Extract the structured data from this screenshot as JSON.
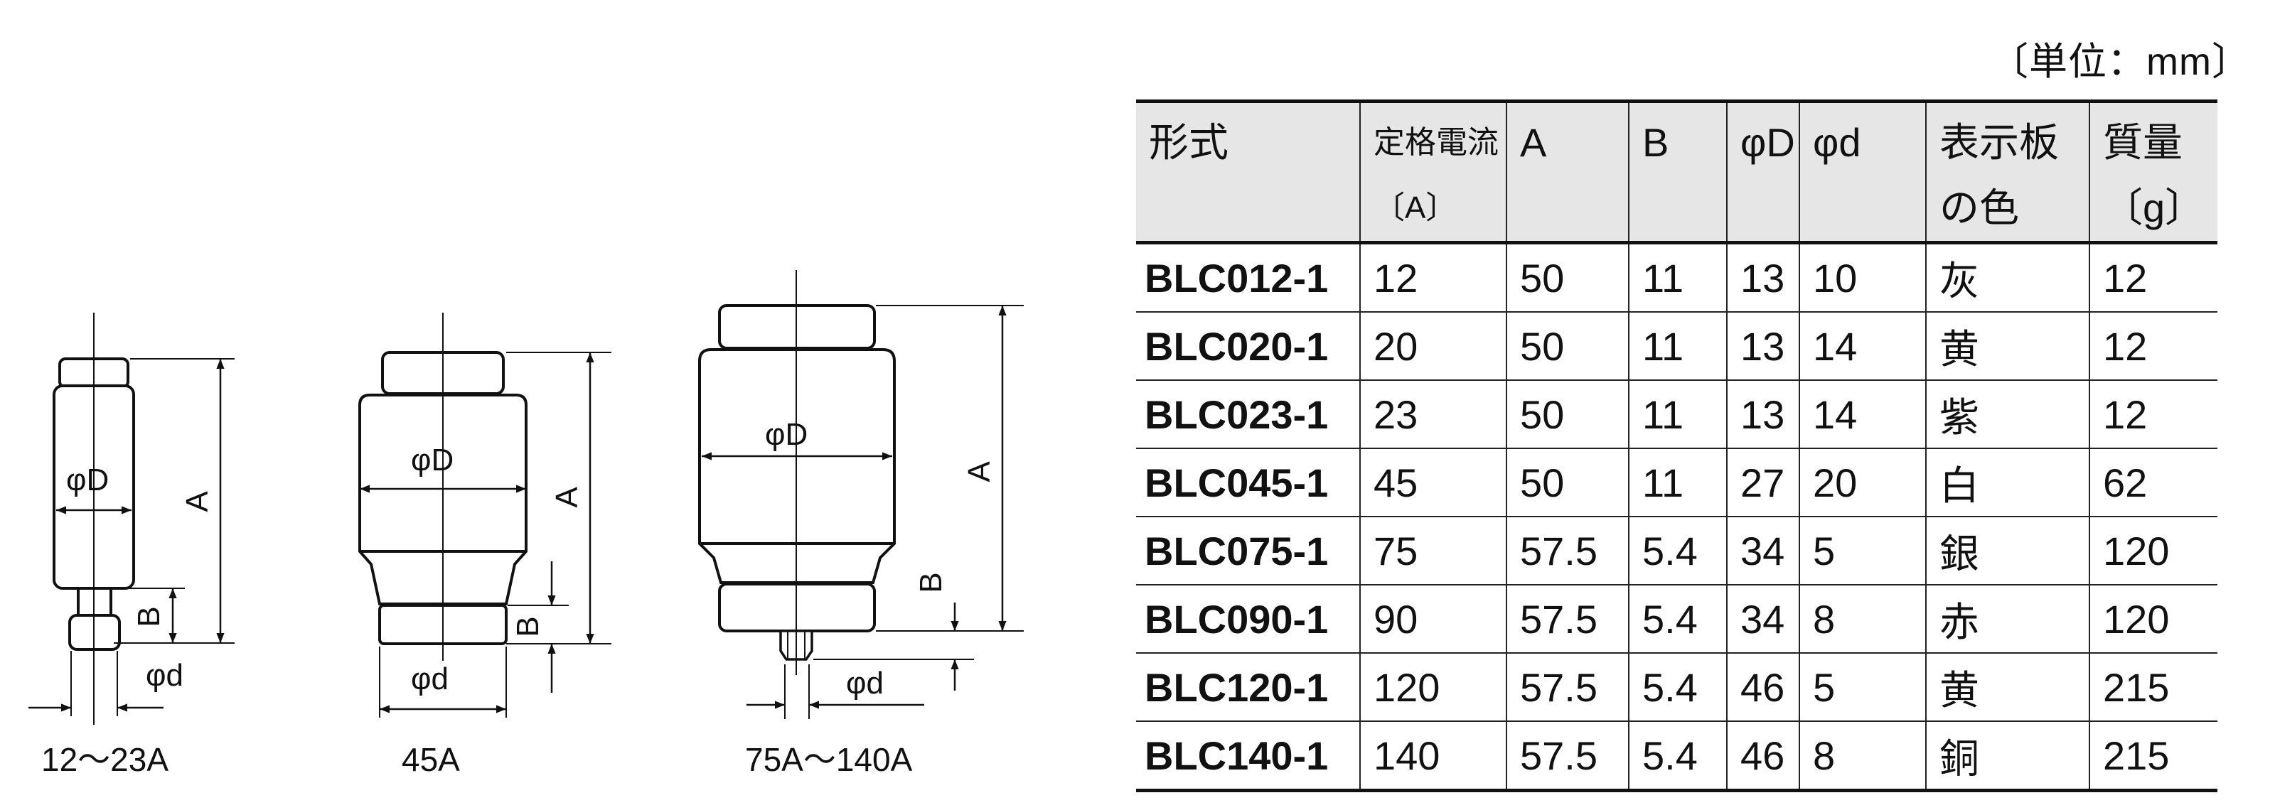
{
  "unit_label": "〔単位：mm〕",
  "drawings": {
    "labels": {
      "phiD": "φD",
      "phid": "φd",
      "A": "A",
      "B": "B"
    },
    "captions": [
      "12〜23A",
      "45A",
      "75A〜140A"
    ]
  },
  "table": {
    "headers": [
      {
        "line1": "形式",
        "line2": ""
      },
      {
        "line1": "定格電流",
        "line2": "〔A〕"
      },
      {
        "line1": "A",
        "line2": ""
      },
      {
        "line1": "B",
        "line2": ""
      },
      {
        "line1": "φD",
        "line2": ""
      },
      {
        "line1": "φd",
        "line2": ""
      },
      {
        "line1": "表示板",
        "line2": "の色"
      },
      {
        "line1": "質量",
        "line2": "〔g〕"
      }
    ],
    "rows": [
      [
        "BLC012-1",
        "12",
        "50",
        "11",
        "13",
        "10",
        "灰",
        "12"
      ],
      [
        "BLC020-1",
        "20",
        "50",
        "11",
        "13",
        "14",
        "黄",
        "12"
      ],
      [
        "BLC023-1",
        "23",
        "50",
        "11",
        "13",
        "14",
        "紫",
        "12"
      ],
      [
        "BLC045-1",
        "45",
        "50",
        "11",
        "27",
        "20",
        "白",
        "62"
      ],
      [
        "BLC075-1",
        "75",
        "57.5",
        "5.4",
        "34",
        "5",
        "銀",
        "120"
      ],
      [
        "BLC090-1",
        "90",
        "57.5",
        "5.4",
        "34",
        "8",
        "赤",
        "120"
      ],
      [
        "BLC120-1",
        "120",
        "57.5",
        "5.4",
        "46",
        "5",
        "黄",
        "215"
      ],
      [
        "BLC140-1",
        "140",
        "57.5",
        "5.4",
        "46",
        "8",
        "銅",
        "215"
      ]
    ]
  }
}
